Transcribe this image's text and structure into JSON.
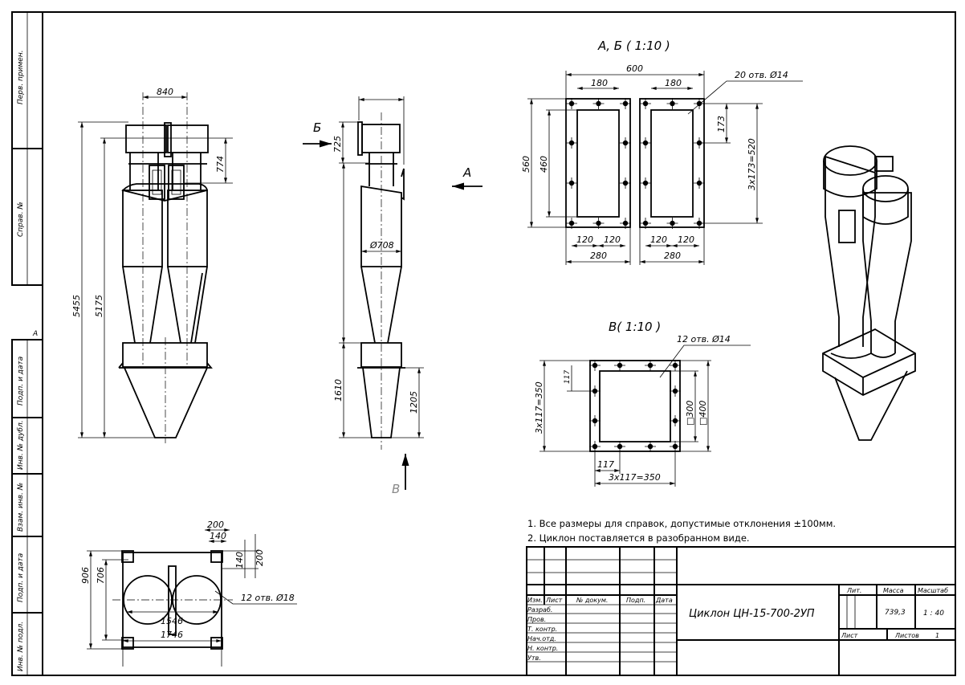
{
  "side_strip": {
    "perv_primen": "Перв. примен.",
    "sprav_no": "Справ. №",
    "podp_data_1": "Подп. и дата",
    "inv_dubl": "Инв. № дубл.",
    "vzam_inv": "Взам. инв. №",
    "podp_data_2": "Подп. и дата",
    "inv_podl": "Инв. № подл.",
    "format_mark": "А"
  },
  "front_view": {
    "dim_width": "840",
    "dim_total_height": "5455",
    "dim_height": "5175",
    "dim_top": "774"
  },
  "side_view": {
    "arrow_b": "Б",
    "arrow_a": "А",
    "arrow_v": "В",
    "dim_top": "725",
    "dim_diameter": "Ø708",
    "dim_lower": "1610",
    "dim_cone": "1205"
  },
  "flange_ab": {
    "title": "А, Б ( 1:10 )",
    "dim_600": "600",
    "dim_180": "180",
    "dim_560": "560",
    "dim_460": "460",
    "dim_173": "173",
    "dim_520": "3x173=520",
    "dim_120": "120",
    "dim_280": "280",
    "holes": "20 отв. Ø14"
  },
  "flange_v": {
    "title": "В( 1:10 )",
    "holes": "12 отв. Ø14",
    "dim_117": "117",
    "dim_350": "3x117=350",
    "dim_300": "□300",
    "dim_400": "□400"
  },
  "plan_view": {
    "dim_906": "906",
    "dim_706": "706",
    "dim_200": "200",
    "dim_140": "140",
    "dim_1546": "1546",
    "dim_1746": "1746",
    "holes": "12 отв. Ø18"
  },
  "notes": [
    "1. Все размеры для справок, допустимые отклонения ±100мм.",
    "2. Циклон поставляется в разобранном виде."
  ],
  "title_block": {
    "headers": [
      "Изм.",
      "Лист",
      "№ докум.",
      "Подп.",
      "Дата"
    ],
    "roles": [
      "Разраб.",
      "Пров.",
      "Т. контр.",
      "Нач.отд.",
      "Н. контр.",
      "Утв."
    ],
    "name": "Циклон ЦН-15-700-2УП",
    "lit_label": "Лит.",
    "mass_label": "Масса",
    "scale_label": "Масштаб",
    "mass": "739,3",
    "scale": "1 : 40",
    "sheet_label": "Лист",
    "sheets_label": "Листов",
    "sheets": "1"
  }
}
